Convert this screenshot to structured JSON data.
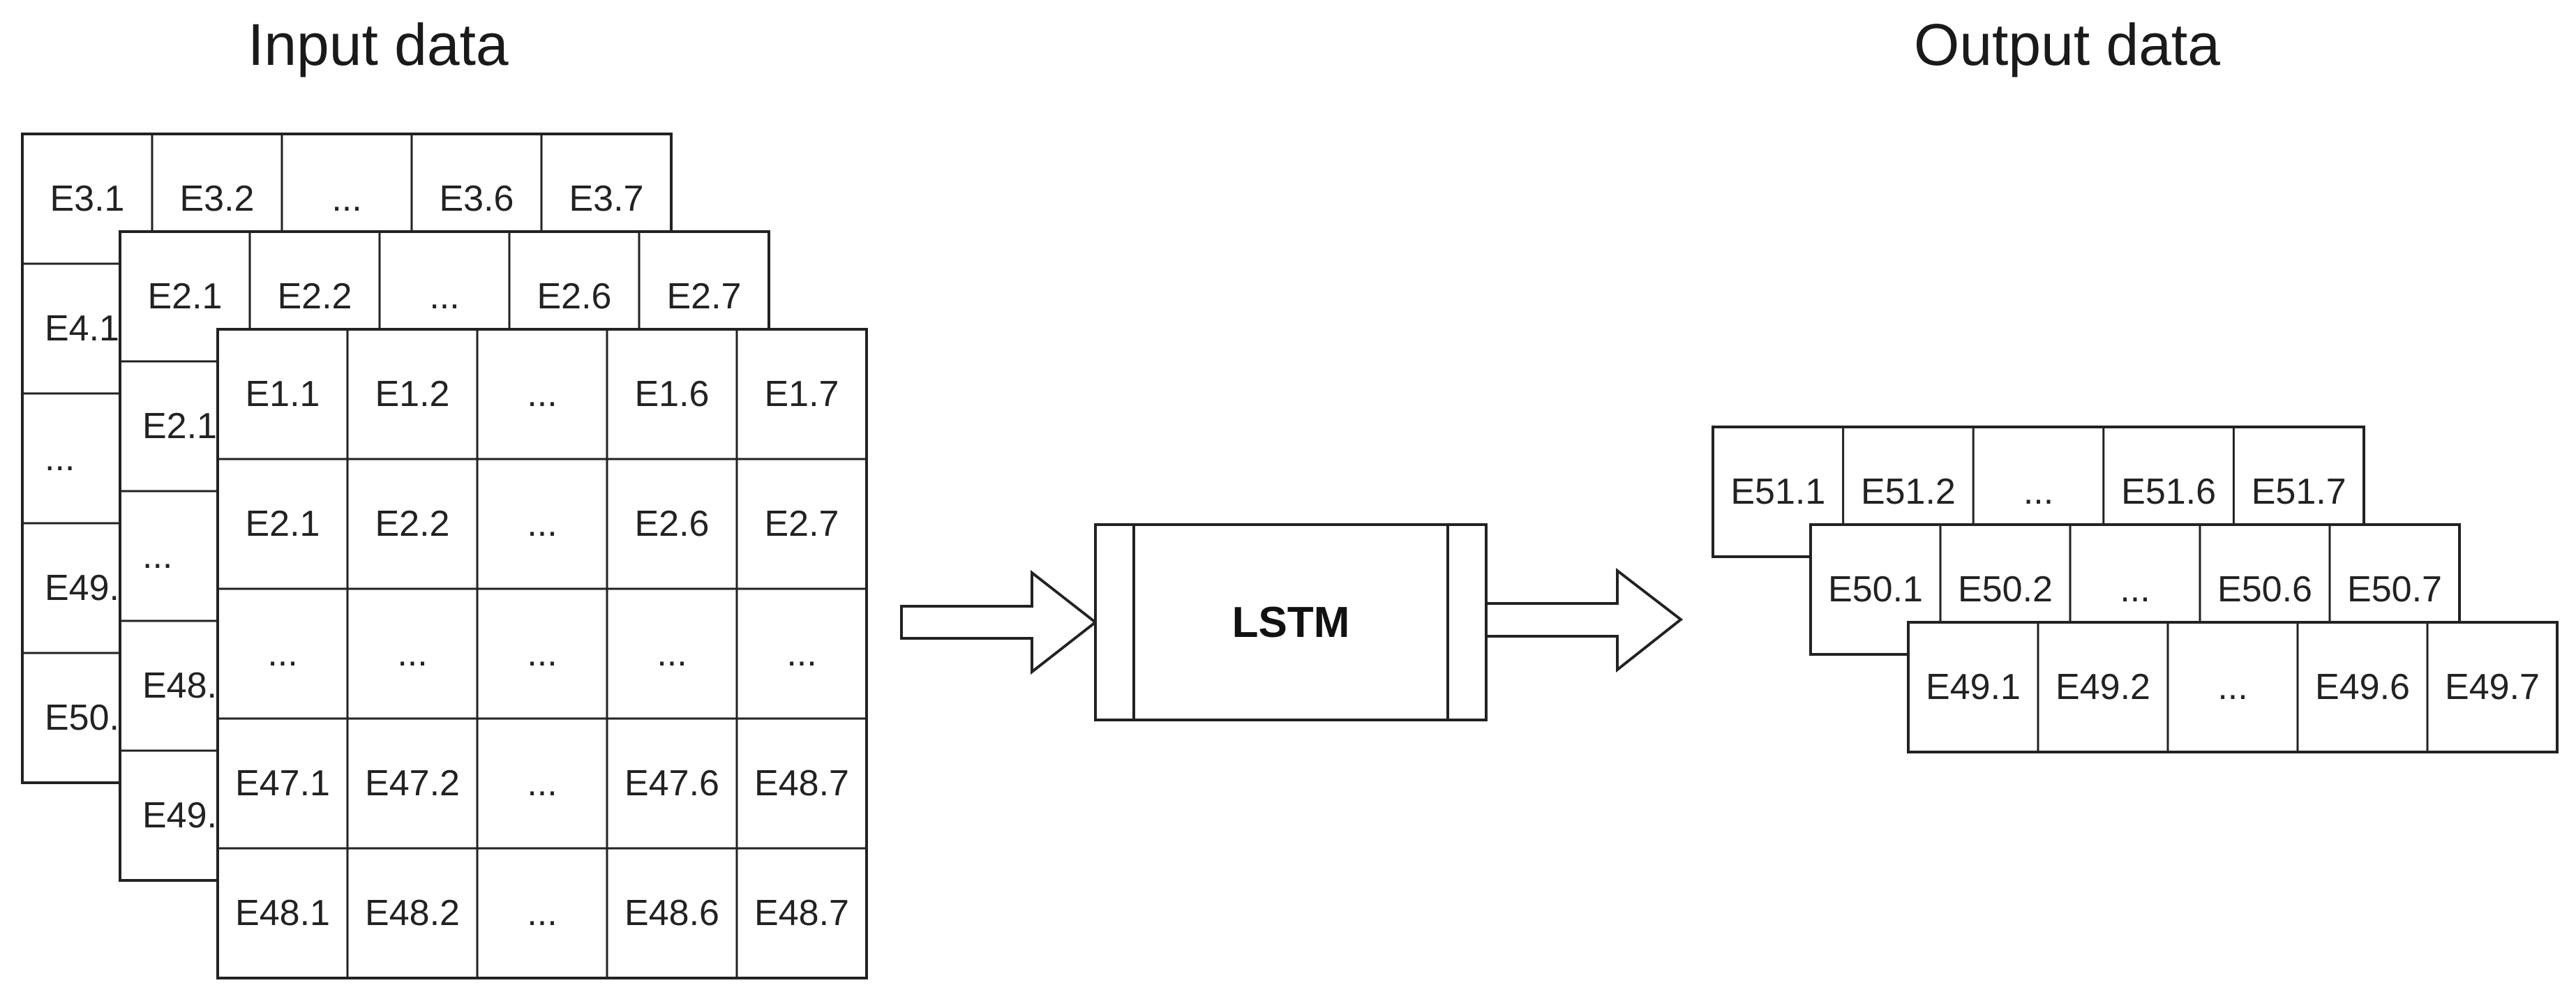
{
  "titles": {
    "input": "Input data",
    "output": "Output data"
  },
  "lstm": {
    "label": "LSTM"
  },
  "input_layers": [
    {
      "name": "layer-back",
      "rows": [
        [
          "E3.1",
          "E3.2",
          "...",
          "E3.6",
          "E3.7"
        ],
        [
          "E4.1",
          "",
          "",
          "",
          ""
        ],
        [
          "...",
          "",
          "",
          "",
          ""
        ],
        [
          "E49.",
          "",
          "",
          "",
          ""
        ],
        [
          "E50.",
          "",
          "",
          "",
          ""
        ]
      ]
    },
    {
      "name": "layer-middle",
      "rows": [
        [
          "E2.1",
          "E2.2",
          "...",
          "E2.6",
          "E2.7"
        ],
        [
          "E2.1",
          "",
          "",
          "",
          ""
        ],
        [
          "...",
          "",
          "",
          "",
          ""
        ],
        [
          "E48.",
          "",
          "",
          "",
          ""
        ],
        [
          "E49.",
          "",
          "",
          "",
          ""
        ]
      ]
    },
    {
      "name": "layer-front",
      "rows": [
        [
          "E1.1",
          "E1.2",
          "...",
          "E1.6",
          "E1.7"
        ],
        [
          "E2.1",
          "E2.2",
          "...",
          "E2.6",
          "E2.7"
        ],
        [
          "...",
          "...",
          "...",
          "...",
          "..."
        ],
        [
          "E47.1",
          "E47.2",
          "...",
          "E47.6",
          "E48.7"
        ],
        [
          "E48.1",
          "E48.2",
          "...",
          "E48.6",
          "E48.7"
        ]
      ]
    }
  ],
  "output_layers": [
    {
      "name": "output-row-1",
      "cells": [
        "E51.1",
        "E51.2",
        "...",
        "E51.6",
        "E51.7"
      ]
    },
    {
      "name": "output-row-2",
      "cells": [
        "E50.1",
        "E50.2",
        "...",
        "E50.6",
        "E50.7"
      ]
    },
    {
      "name": "output-row-3",
      "cells": [
        "E49.1",
        "E49.2",
        "...",
        "E49.6",
        "E49.7"
      ]
    }
  ]
}
